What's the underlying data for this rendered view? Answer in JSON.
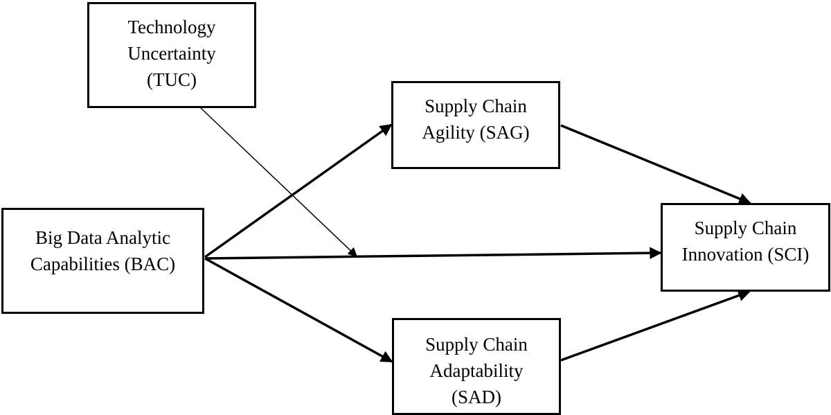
{
  "nodes": {
    "tuc": {
      "lines": [
        "Technology",
        "Uncertainty",
        "(TUC)"
      ]
    },
    "bac": {
      "lines": [
        "Big Data Analytic",
        "Capabilities (BAC)"
      ]
    },
    "sag": {
      "lines": [
        "Supply Chain",
        "Agility (SAG)"
      ]
    },
    "sci": {
      "lines": [
        "Supply Chain",
        "Innovation (SCI)"
      ]
    },
    "sad": {
      "lines": [
        "Supply Chain",
        "Adaptability",
        "(SAD)"
      ]
    }
  },
  "edges": [
    {
      "from": "bac",
      "to": "sag",
      "style": "bold"
    },
    {
      "from": "bac",
      "to": "sad",
      "style": "bold"
    },
    {
      "from": "bac",
      "to": "sci",
      "style": "bold"
    },
    {
      "from": "sag",
      "to": "sci",
      "style": "bold"
    },
    {
      "from": "sad",
      "to": "sci",
      "style": "bold"
    },
    {
      "from": "tuc",
      "to": "bac-sci path",
      "style": "thin",
      "type": "moderation"
    }
  ],
  "colors": {
    "stroke": "#000000",
    "background": "#ffffff"
  }
}
